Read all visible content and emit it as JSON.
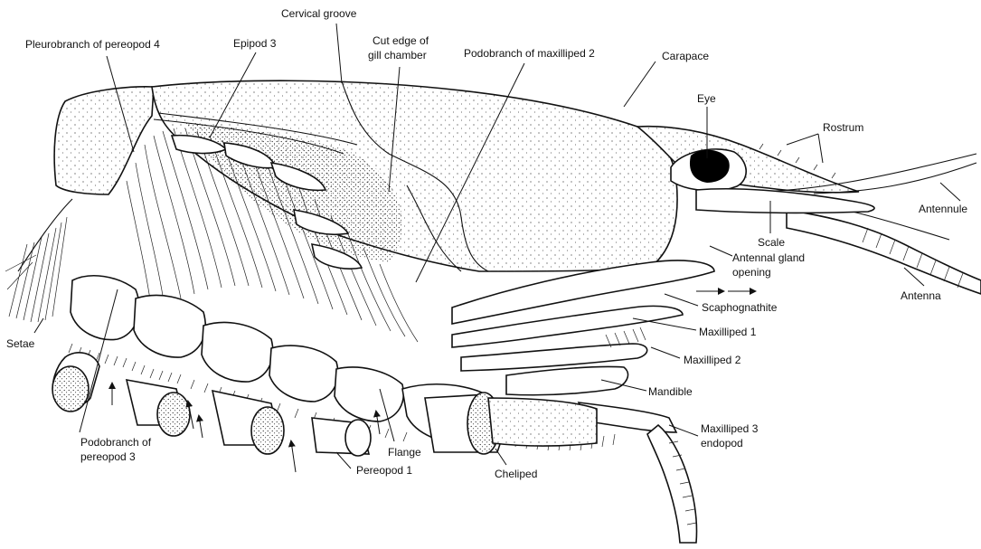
{
  "labels": {
    "cervical_groove": "Cervical groove",
    "pleurobranch_pereopod_4": "Pleurobranch of pereopod 4",
    "epipod_3": "Epipod 3",
    "cut_edge_line1": "Cut edge of",
    "cut_edge_line2": "gill chamber",
    "podobranch_maxilliped_2": "Podobranch of maxilliped 2",
    "carapace": "Carapace",
    "eye": "Eye",
    "rostrum": "Rostrum",
    "antennule": "Antennule",
    "scale": "Scale",
    "antennal_gland_line1": "Antennal gland",
    "antennal_gland_line2": "opening",
    "antenna": "Antenna",
    "scaphognathite": "Scaphognathite",
    "setae": "Setae",
    "maxilliped_1": "Maxilliped 1",
    "maxilliped_2": "Maxilliped 2",
    "mandible": "Mandible",
    "maxilliped_3_line1": "Maxilliped 3",
    "maxilliped_3_line2": "endopod",
    "podobranch_pereopod_3_line1": "Podobranch of",
    "podobranch_pereopod_3_line2": "pereopod 3",
    "flange": "Flange",
    "pereopod_1": "Pereopod 1",
    "cheliped": "Cheliped"
  }
}
